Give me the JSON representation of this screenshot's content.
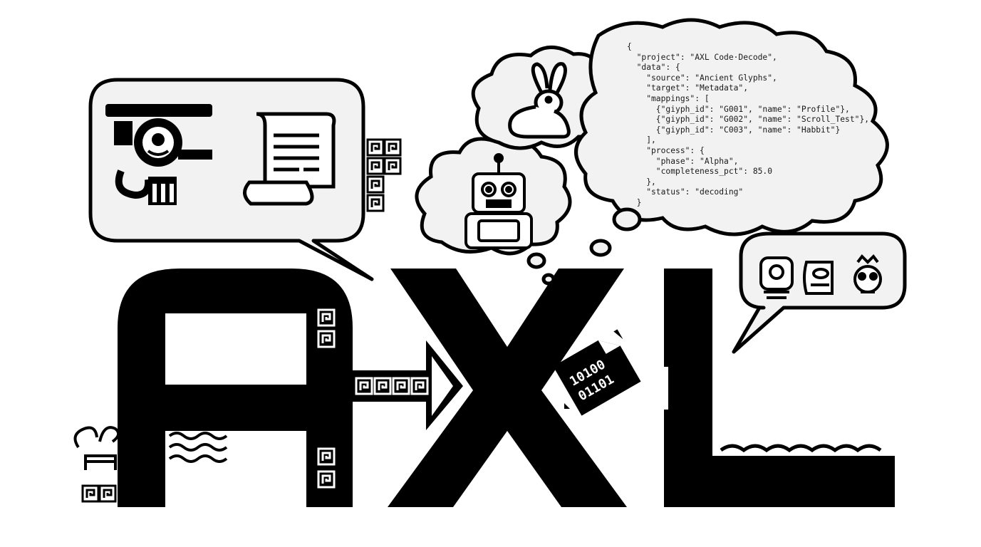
{
  "logo": {
    "letters": [
      "A",
      "X",
      "L"
    ]
  },
  "binary_chip": {
    "line1": "10100",
    "line2": "01101"
  },
  "json_snippet": {
    "project": "AXL Code·Decode",
    "data": {
      "source": "Ancient Glyphs",
      "target": "Metadata",
      "mappings": [
        {
          "glyph_id": "G001",
          "name": "Profile"
        },
        {
          "glyph_id": "G002",
          "name": "Scroll_Test"
        },
        {
          "glyph_id": "C003",
          "name": "Habbit"
        }
      ],
      "process": {
        "phase": "Alpha",
        "completeness_pct": "85.0"
      },
      "status": "decoding"
    }
  },
  "json_lines": [
    "{",
    "  \"project\": \"AXL Code·Decode\",",
    "  \"data\": {",
    "    \"source\": \"Ancient Glyphs\",",
    "    \"target\": \"Metadata\",",
    "    \"mappings\": [",
    "      {\"giyph_id\": \"G001\", \"name\": \"Profile\"},",
    "      {\"giyph_id\": \"G002\", \"name\": \"Scroll_Test\"},",
    "      {\"giyph_id\": \"C003\", \"name\": \"Habbit\"}",
    "    ],",
    "    \"process\": {",
    "      \"phase\": \"Alpha\",",
    "      \"completeness_pct\": 85.0",
    "    },",
    "    \"status\": \"decoding\"",
    "  }"
  ],
  "colors": {
    "ink": "#000000",
    "paper": "#ffffff",
    "bubble_fill": "#f2f2f2"
  },
  "icons": [
    "glyph-face-icon",
    "scroll-icon",
    "rabbit-icon",
    "robot-icon",
    "maya-glyph-icon",
    "greek-key-icon",
    "wave-icon",
    "binary-file-icon",
    "arrow-icon"
  ]
}
